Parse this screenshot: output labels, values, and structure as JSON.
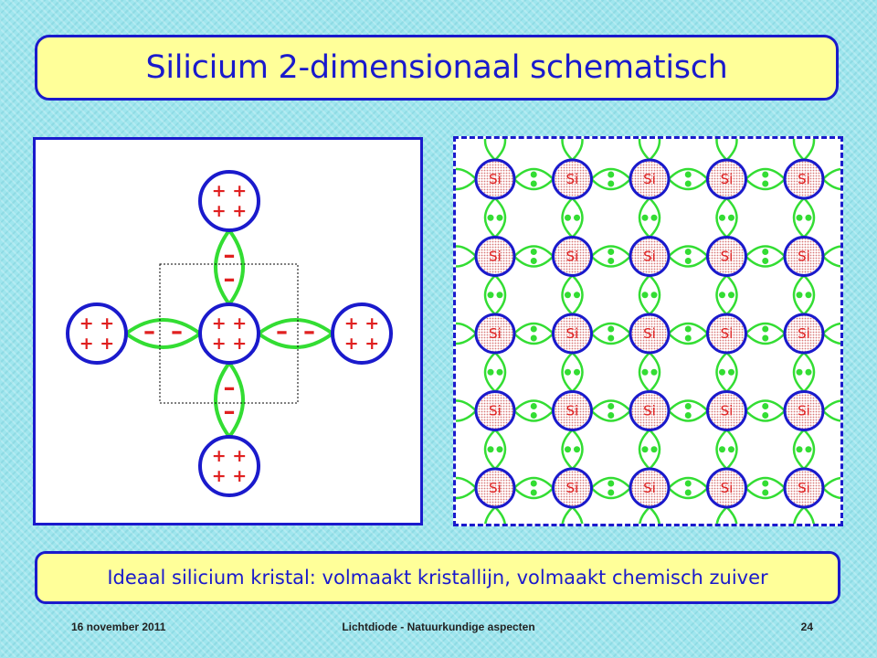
{
  "title": "Silicium 2-dimensionaal schematisch",
  "caption": "Ideaal silicium kristal: volmaakt kristallijn, volmaakt chemisch  zuiver",
  "footer": {
    "date": "16 november 2011",
    "center": "Lichtdiode - Natuurkundige aspecten",
    "page": "24"
  },
  "diagram": {
    "atom_symbol": "Si",
    "core_charge": "+ +",
    "bond_charge": "–",
    "lattice_rows": 5,
    "lattice_cols": 5
  },
  "colors": {
    "accent": "#1a1acc",
    "bond": "#33dd33",
    "charge": "#e02020",
    "atom_fill": "#f4d0d0",
    "panel_bg": "#ffffff",
    "title_bg": "#ffff99"
  }
}
